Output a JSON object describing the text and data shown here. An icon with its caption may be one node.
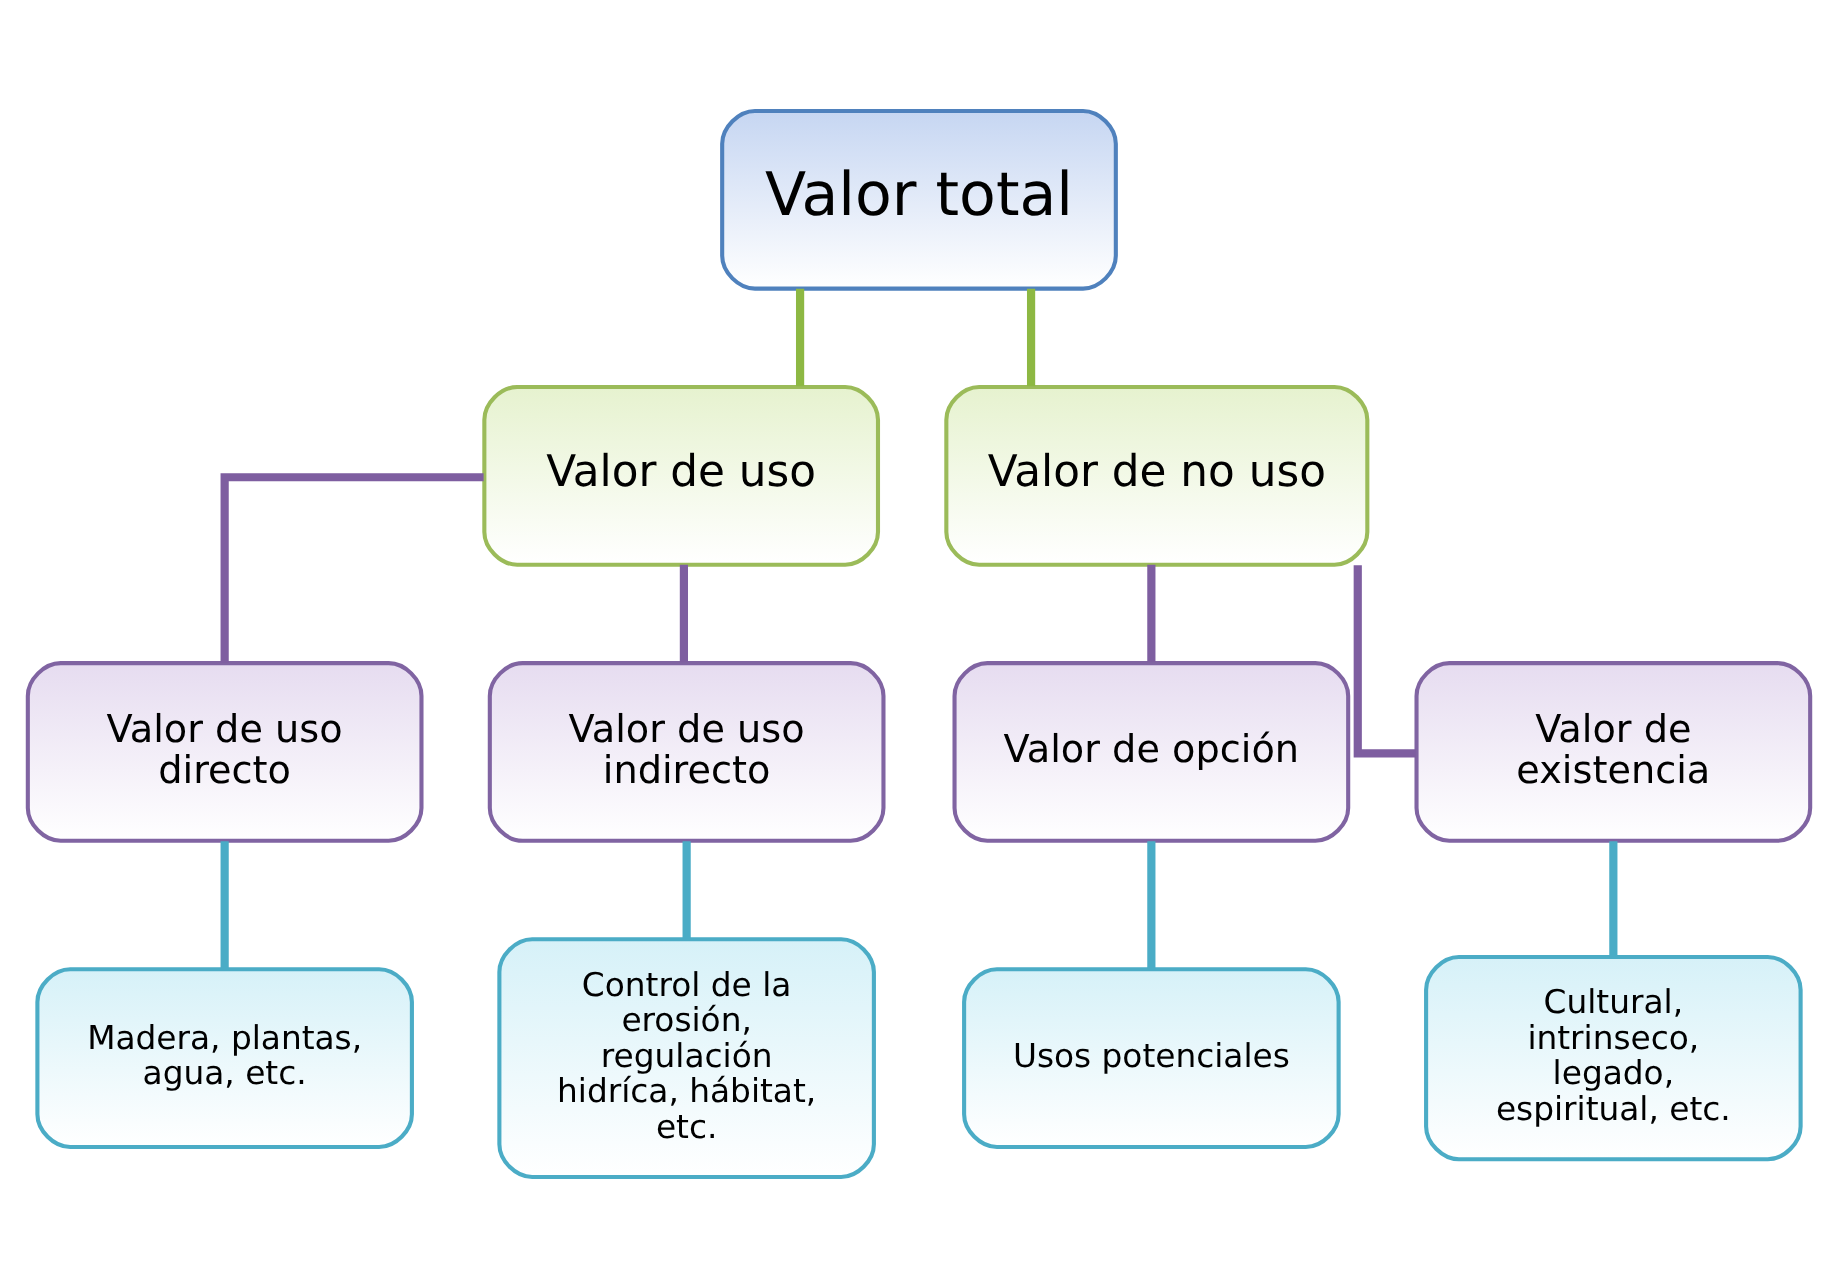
{
  "diagram": {
    "nodes": [
      {
        "text": [
          "Valor total"
        ]
      },
      {
        "text": [
          "Valor de uso"
        ]
      },
      {
        "text": [
          "Valor de no uso"
        ]
      },
      {
        "text": [
          "Valor de uso directo"
        ]
      },
      {
        "text": [
          "Valor de uso indirecto"
        ]
      },
      {
        "text": [
          "Valor de opción"
        ]
      },
      {
        "text": [
          "Valor de existencia"
        ]
      },
      {
        "text": [
          "Madera, plantas, agua, etc."
        ]
      },
      {
        "text": [
          "Control de la erosión, regulación hidríca, hábitat, etc."
        ]
      },
      {
        "text": [
          "Usos potenciales"
        ]
      },
      {
        "text": [
          "Cultural, intrinseco, legado, espiritual, etc."
        ]
      }
    ],
    "edges": [
      {
        "from": 0,
        "to": 1,
        "arrow": "none",
        "color": "#8db843"
      },
      {
        "from": 0,
        "to": 2,
        "arrow": "none",
        "color": "#8db843"
      },
      {
        "from": 1,
        "to": 3,
        "arrow": "none",
        "color": "#7e5ea0"
      },
      {
        "from": 1,
        "to": 4,
        "arrow": "none",
        "color": "#7e5ea0"
      },
      {
        "from": 2,
        "to": 5,
        "arrow": "none",
        "color": "#7e5ea0"
      },
      {
        "from": 2,
        "to": 6,
        "arrow": "none",
        "color": "#7e5ea0"
      },
      {
        "from": 3,
        "to": 7,
        "arrow": "none",
        "color": "#4aacc6"
      },
      {
        "from": 4,
        "to": 8,
        "arrow": "none",
        "color": "#4aacc6"
      },
      {
        "from": 5,
        "to": 9,
        "arrow": "none",
        "color": "#4aacc6"
      },
      {
        "from": 6,
        "to": 10,
        "arrow": "none",
        "color": "#4aacc6"
      }
    ]
  }
}
